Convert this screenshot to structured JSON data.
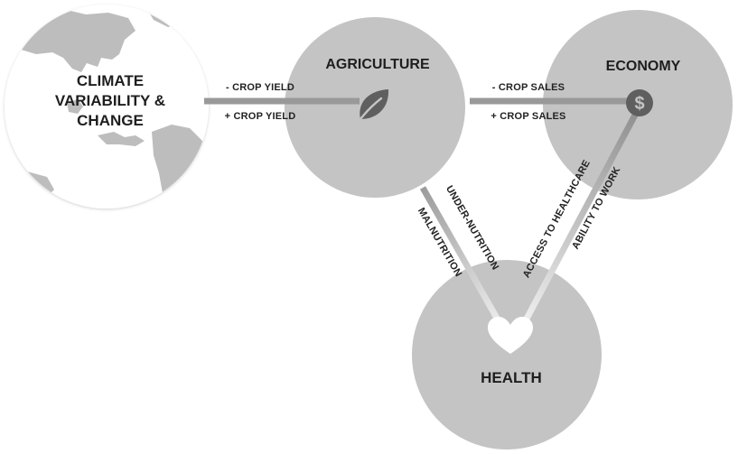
{
  "nodes": {
    "climate": {
      "lines": [
        "CLIMATE",
        "VARIABILITY &",
        "CHANGE"
      ]
    },
    "agriculture": {
      "title": "AGRICULTURE",
      "icon": "leaf-icon"
    },
    "economy": {
      "title": "ECONOMY",
      "icon": "dollar-icon",
      "icon_text": "$"
    },
    "health": {
      "title": "HEALTH",
      "icon": "heart-icon"
    }
  },
  "links": {
    "climate_agriculture": {
      "top": "- CROP YIELD",
      "bottom": "+ CROP YIELD"
    },
    "agriculture_economy": {
      "top": "- CROP SALES",
      "bottom": "+ CROP SALES"
    },
    "agriculture_health": {
      "outer": "MALNUTRITION",
      "inner": "UNDER-NUTRITION"
    },
    "economy_health": {
      "inner": "ACCESS TO HEALTHCARE",
      "outer": "ABILITY TO WORK"
    }
  },
  "colors": {
    "circle_fill": "#c4c4c4",
    "connector": "#999999",
    "icon_dark": "#5f5f5f",
    "globe_land": "#bdbdbd",
    "globe_ocean": "#ffffff",
    "text": "#1e1e1e"
  }
}
